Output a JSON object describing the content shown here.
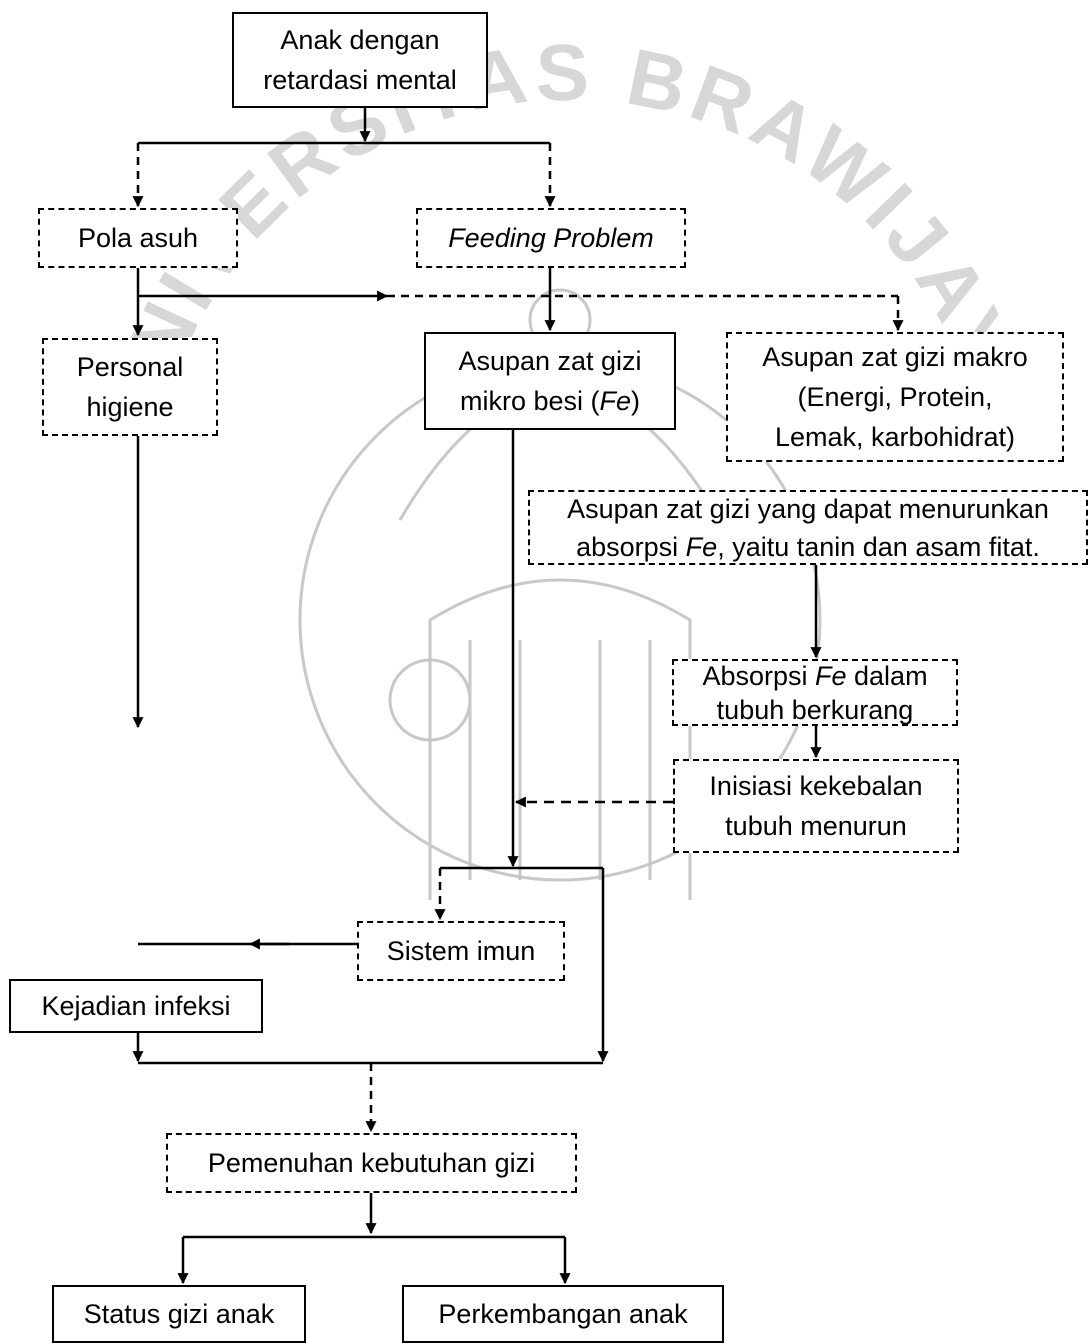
{
  "watermark": {
    "text": "UNIVERSITAS BRAWIJAYA",
    "color": "#d7d7d7",
    "seal_color": "#c8c8c8"
  },
  "nodes": {
    "anak": {
      "line1": "Anak dengan",
      "line2": "retardasi mental"
    },
    "pola_asuh": {
      "text": "Pola asuh"
    },
    "feeding": {
      "text": "Feeding Problem"
    },
    "personal": {
      "line1": "Personal",
      "line2": "higiene"
    },
    "mikro": {
      "line1": "Asupan zat gizi",
      "line2_pre": "mikro besi (",
      "line2_em": "Fe",
      "line2_post": ")"
    },
    "makro": {
      "line1": "Asupan zat gizi makro",
      "line2": "(Energi, Protein,",
      "line3": "Lemak, karbohidrat)"
    },
    "tanin": {
      "line1": "Asupan zat gizi yang dapat menurunkan",
      "line2_pre": "absorpsi ",
      "line2_em": "Fe",
      "line2_post": ", yaitu tanin dan asam fitat."
    },
    "absorpsi": {
      "line1_pre": "Absorpsi ",
      "line1_em": "Fe",
      "line1_post": " dalam",
      "line2": "tubuh berkurang"
    },
    "inisiasi": {
      "line1": "Inisiasi kekebalan",
      "line2": "tubuh menurun"
    },
    "imun": {
      "text": "Sistem imun"
    },
    "infeksi": {
      "text": "Kejadian infeksi"
    },
    "pemenuhan": {
      "text": "Pemenuhan kebutuhan gizi"
    },
    "status": {
      "text": "Status gizi anak"
    },
    "perkembangan": {
      "text": "Perkembangan anak"
    }
  }
}
